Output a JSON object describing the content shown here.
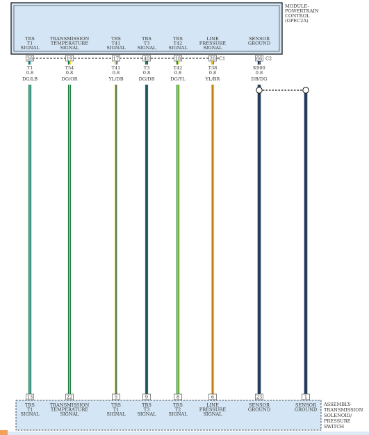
{
  "top_module": {
    "title_lines": [
      "MODULE-",
      "POWERTRAIN",
      "CONTROL",
      "(GPEC2A)"
    ],
    "fill": "#d4e6f5"
  },
  "bottom_module": {
    "title_lines": [
      "ASSEMBLY-",
      "TRANSMISSION",
      "SOLENOID/",
      "PRESSURE",
      "SWITCH"
    ],
    "fill": "#d4e6f5"
  },
  "connectors": [
    {
      "name": "C1"
    },
    {
      "name": "C2"
    }
  ],
  "wires": [
    {
      "top_label": [
        "TRS",
        "T1",
        "SIGNAL"
      ],
      "top_pin": "38",
      "circuit": "T1",
      "gauge": "0.8",
      "color_code": "DG/LB",
      "bottom_pin": "13",
      "bottom_label": [
        "TRS",
        "T1",
        "SIGNAL"
      ],
      "base_color": "#1c7b44",
      "stripe_color": "#6fb6e8"
    },
    {
      "top_label": [
        "TRANSMISSION",
        "TEMPERATURE",
        "SIGNAL"
      ],
      "top_pin": "19",
      "circuit": "T54",
      "gauge": "0.8",
      "color_code": "DG/OR",
      "bottom_pin": "22",
      "bottom_label": [
        "TRANSMISSION",
        "TEMPERATURE",
        "SIGNAL"
      ],
      "base_color": "#1c7b44",
      "stripe_color": "#f0e033"
    },
    {
      "top_label": [
        "TRS",
        "T41",
        "SIGNAL"
      ],
      "top_pin": "17",
      "circuit": "T41",
      "gauge": "0.8",
      "color_code": "YL/DB",
      "bottom_pin": "5",
      "bottom_label": [
        "TRS",
        "T1",
        "SIGNAL"
      ],
      "base_color": "#d8dc55",
      "stripe_color": "#264a6e"
    },
    {
      "top_label": [
        "TRS",
        "T3",
        "SIGNAL"
      ],
      "top_pin": "40",
      "circuit": "T3",
      "gauge": "0.8",
      "color_code": "DG/DB",
      "bottom_pin": "9",
      "bottom_label": [
        "TRS",
        "T3",
        "SIGNAL"
      ],
      "base_color": "#1c7b44",
      "stripe_color": "#244766"
    },
    {
      "top_label": [
        "TRS",
        "T42",
        "SIGNAL"
      ],
      "top_pin": "18",
      "circuit": "T42",
      "gauge": "0.8",
      "color_code": "DG/YL",
      "bottom_pin": "8",
      "bottom_label": [
        "TRS",
        "T2",
        "SIGNAL"
      ],
      "base_color": "#1e8a32",
      "stripe_color": "#e8e63c"
    },
    {
      "top_label": [
        "LINE",
        "PRESSURE",
        "SIGNAL"
      ],
      "top_pin": "20",
      "circuit": "T38",
      "gauge": "0.8",
      "color_code": "YL/BR",
      "bottom_pin": "6",
      "bottom_label": [
        "LINE",
        "PRESSURE",
        "SIGNAL"
      ],
      "base_color": "#e8c51a",
      "stripe_color": "#b4641e"
    },
    {
      "top_label": [
        "SENSOR",
        "GROUND"
      ],
      "top_pin": "66",
      "circuit": "K900",
      "gauge": "0.8",
      "color_code": "DB/DG",
      "bottom_pin": "23",
      "bottom_label": [
        "SENSOR",
        "GROUND"
      ],
      "base_color": "#253d5c",
      "stripe_color": "#253d5c"
    },
    {
      "top_label": [],
      "top_pin": "",
      "circuit": "",
      "gauge": "",
      "color_code": "",
      "bottom_pin": "1",
      "bottom_label": [
        "SENSOR",
        "GROUND"
      ],
      "base_color": "#253d5c",
      "stripe_color": "#253d5c"
    }
  ]
}
